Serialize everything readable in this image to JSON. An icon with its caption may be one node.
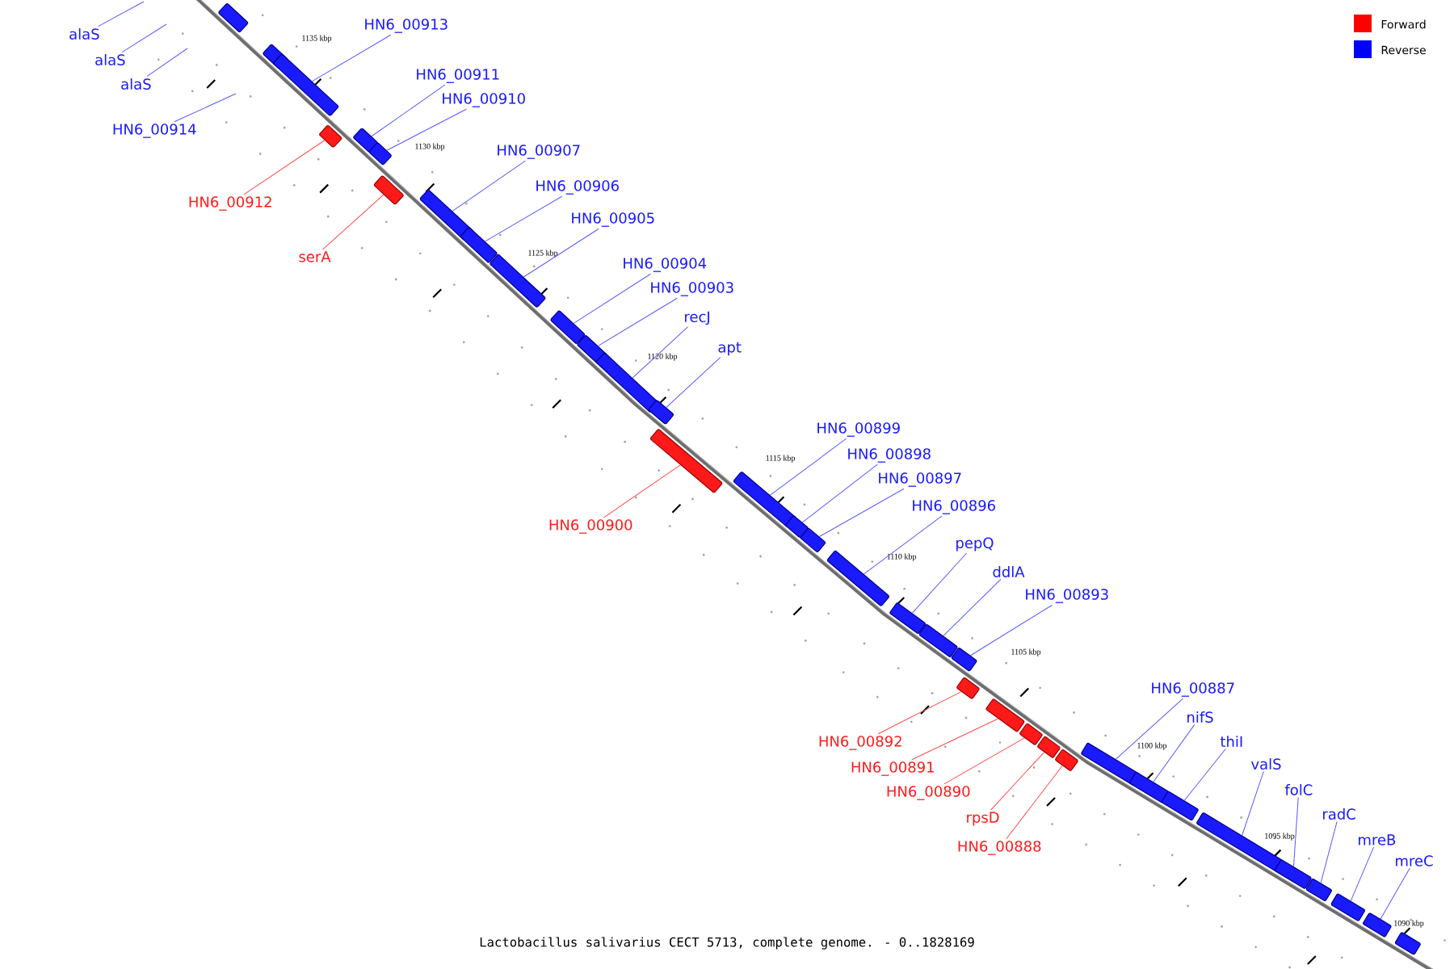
{
  "diagram": {
    "caption": "Lactobacillus salivarius CECT 5713, complete genome. - 0..1828169",
    "nodes": [
      {
        "text": [
          "alaS"
        ]
      },
      {
        "text": [
          "alaS"
        ]
      },
      {
        "text": [
          "alaS"
        ]
      },
      {
        "text": [],
        "shape": "bar"
      },
      {
        "text": [
          "HN6_00913"
        ]
      },
      {
        "text": [],
        "shape": "bar"
      },
      {
        "text": [],
        "shape": "bar"
      },
      {
        "text": [
          "HN6_00914"
        ]
      },
      {
        "text": [
          "HN6_00911"
        ]
      },
      {
        "text": [],
        "shape": "bar"
      },
      {
        "text": [
          "HN6_00910"
        ]
      },
      {
        "text": [],
        "shape": "bar"
      },
      {
        "text": [
          "HN6_00912"
        ]
      },
      {
        "text": [],
        "shape": "bar"
      },
      {
        "text": [
          "serA"
        ]
      },
      {
        "text": [],
        "shape": "bar"
      },
      {
        "text": [
          "HN6_00907"
        ]
      },
      {
        "text": [],
        "shape": "bar"
      },
      {
        "text": [
          "HN6_00906"
        ]
      },
      {
        "text": [],
        "shape": "bar"
      },
      {
        "text": [
          "HN6_00905"
        ]
      },
      {
        "text": [],
        "shape": "bar"
      },
      {
        "text": [
          "HN6_00904"
        ]
      },
      {
        "text": [],
        "shape": "bar"
      },
      {
        "text": [
          "HN6_00903"
        ]
      },
      {
        "text": [],
        "shape": "bar"
      },
      {
        "text": [
          "recJ"
        ]
      },
      {
        "text": [],
        "shape": "bar"
      },
      {
        "text": [
          "apt"
        ]
      },
      {
        "text": [],
        "shape": "bar"
      },
      {
        "text": [
          "HN6_00900"
        ]
      },
      {
        "text": [],
        "shape": "bar"
      },
      {
        "text": [
          "HN6_00899"
        ]
      },
      {
        "text": [],
        "shape": "bar"
      },
      {
        "text": [
          "HN6_00898"
        ]
      },
      {
        "text": [],
        "shape": "bar"
      },
      {
        "text": [
          "HN6_00897"
        ]
      },
      {
        "text": [],
        "shape": "bar"
      },
      {
        "text": [
          "HN6_00896"
        ]
      },
      {
        "text": [],
        "shape": "bar"
      },
      {
        "text": [
          "pepQ"
        ]
      },
      {
        "text": [],
        "shape": "bar"
      },
      {
        "text": [
          "ddlA"
        ]
      },
      {
        "text": [],
        "shape": "bar"
      },
      {
        "text": [
          "HN6_00893"
        ]
      },
      {
        "text": [],
        "shape": "bar"
      },
      {
        "text": [
          "HN6_00892"
        ]
      },
      {
        "text": [],
        "shape": "bar"
      },
      {
        "text": [
          "HN6_00891"
        ]
      },
      {
        "text": [],
        "shape": "bar"
      },
      {
        "text": [
          "HN6_00890"
        ]
      },
      {
        "text": [],
        "shape": "bar"
      },
      {
        "text": [
          "rpsD"
        ]
      },
      {
        "text": [],
        "shape": "bar"
      },
      {
        "text": [
          "HN6_00888"
        ]
      },
      {
        "text": [],
        "shape": "bar"
      },
      {
        "text": [
          "HN6_00887"
        ]
      },
      {
        "text": [],
        "shape": "bar"
      },
      {
        "text": [
          "nifS"
        ]
      },
      {
        "text": [],
        "shape": "bar"
      },
      {
        "text": [
          "thiI"
        ]
      },
      {
        "text": [],
        "shape": "bar"
      },
      {
        "text": [
          "valS"
        ]
      },
      {
        "text": [],
        "shape": "bar"
      },
      {
        "text": [
          "folC"
        ]
      },
      {
        "text": [],
        "shape": "bar"
      },
      {
        "text": [
          "radC"
        ]
      },
      {
        "text": [],
        "shape": "bar"
      },
      {
        "text": [
          "mreB"
        ]
      },
      {
        "text": [],
        "shape": "bar"
      },
      {
        "text": [
          "mreC"
        ]
      },
      {
        "text": [],
        "shape": "bar"
      },
      {
        "text": [],
        "shape": "bar"
      }
    ],
    "edges": [
      {
        "from": 0,
        "to": null,
        "arrow": "none"
      },
      {
        "from": 1,
        "to": null,
        "arrow": "none"
      },
      {
        "from": 2,
        "to": null,
        "arrow": "none"
      },
      {
        "from": 4,
        "to": 6,
        "arrow": "none"
      },
      {
        "from": 7,
        "to": null,
        "arrow": "none"
      },
      {
        "from": 8,
        "to": 9,
        "arrow": "none"
      },
      {
        "from": 10,
        "to": 11,
        "arrow": "none"
      },
      {
        "from": 12,
        "to": 13,
        "arrow": "none",
        "color": "#ff4a4a"
      },
      {
        "from": 14,
        "to": 15,
        "arrow": "none",
        "color": "#ff4a4a"
      },
      {
        "from": 16,
        "to": 17,
        "arrow": "none"
      },
      {
        "from": 18,
        "to": 19,
        "arrow": "none"
      },
      {
        "from": 20,
        "to": 21,
        "arrow": "none"
      },
      {
        "from": 22,
        "to": 23,
        "arrow": "none"
      },
      {
        "from": 24,
        "to": 25,
        "arrow": "none"
      },
      {
        "from": 26,
        "to": 27,
        "arrow": "none"
      },
      {
        "from": 28,
        "to": 29,
        "arrow": "none"
      },
      {
        "from": 30,
        "to": 31,
        "arrow": "none",
        "color": "#ff4a4a"
      },
      {
        "from": 32,
        "to": 33,
        "arrow": "none"
      },
      {
        "from": 34,
        "to": 35,
        "arrow": "none"
      },
      {
        "from": 36,
        "to": 37,
        "arrow": "none"
      },
      {
        "from": 38,
        "to": 39,
        "arrow": "none"
      },
      {
        "from": 40,
        "to": 41,
        "arrow": "none"
      },
      {
        "from": 42,
        "to": 43,
        "arrow": "none"
      },
      {
        "from": 44,
        "to": 45,
        "arrow": "none"
      },
      {
        "from": 46,
        "to": 47,
        "arrow": "none",
        "color": "#ff4a4a"
      },
      {
        "from": 48,
        "to": 49,
        "arrow": "none",
        "color": "#ff4a4a"
      },
      {
        "from": 50,
        "to": 51,
        "arrow": "none",
        "color": "#ff4a4a"
      },
      {
        "from": 52,
        "to": 53,
        "arrow": "none",
        "color": "#ff4a4a"
      },
      {
        "from": 54,
        "to": 55,
        "arrow": "none",
        "color": "#ff4a4a"
      },
      {
        "from": 56,
        "to": 57,
        "arrow": "none"
      },
      {
        "from": 58,
        "to": 59,
        "arrow": "none"
      },
      {
        "from": 60,
        "to": 61,
        "arrow": "none"
      },
      {
        "from": 62,
        "to": 63,
        "arrow": "none"
      },
      {
        "from": 64,
        "to": 65,
        "arrow": "none"
      },
      {
        "from": 66,
        "to": 67,
        "arrow": "none"
      },
      {
        "from": 68,
        "to": 69,
        "arrow": "none"
      },
      {
        "from": 70,
        "to": 71,
        "arrow": "none"
      }
    ],
    "labels": [
      "1135 kbp",
      "1130 kbp",
      "1125 kbp",
      "1120 kbp",
      "1115 kbp",
      "1110 kbp",
      "1105 kbp",
      "1100 kbp",
      "1095 kbp",
      "1090 kbp"
    ],
    "legend": [
      {
        "text": "Forward",
        "color": "#ff0000"
      },
      {
        "text": "Reverse",
        "color": "#0000ff"
      }
    ]
  }
}
